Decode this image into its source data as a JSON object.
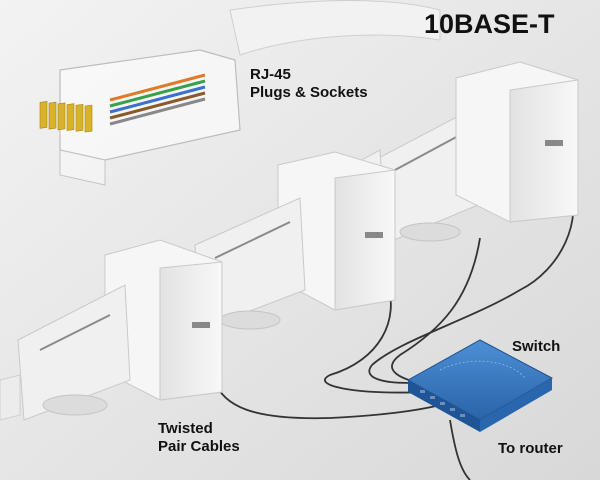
{
  "title": "10BASE-T",
  "labels": {
    "connector_line1": "RJ-45",
    "connector_line2": "Plugs & Sockets",
    "switch": "Switch",
    "cables_line1": "Twisted",
    "cables_line2": "Pair Cables",
    "router": "To router"
  },
  "colors": {
    "background": "#e6e6e6",
    "computer_body": "#f4f4f4",
    "computer_edge": "#c9c9c9",
    "switch_blue": "#2f6fb8",
    "cable": "#333333",
    "pin_gold": "#d9b12a"
  },
  "computers": [
    {
      "name": "computer-1"
    },
    {
      "name": "computer-2"
    },
    {
      "name": "computer-3"
    },
    {
      "name": "computer-4"
    },
    {
      "name": "computer-5"
    }
  ]
}
